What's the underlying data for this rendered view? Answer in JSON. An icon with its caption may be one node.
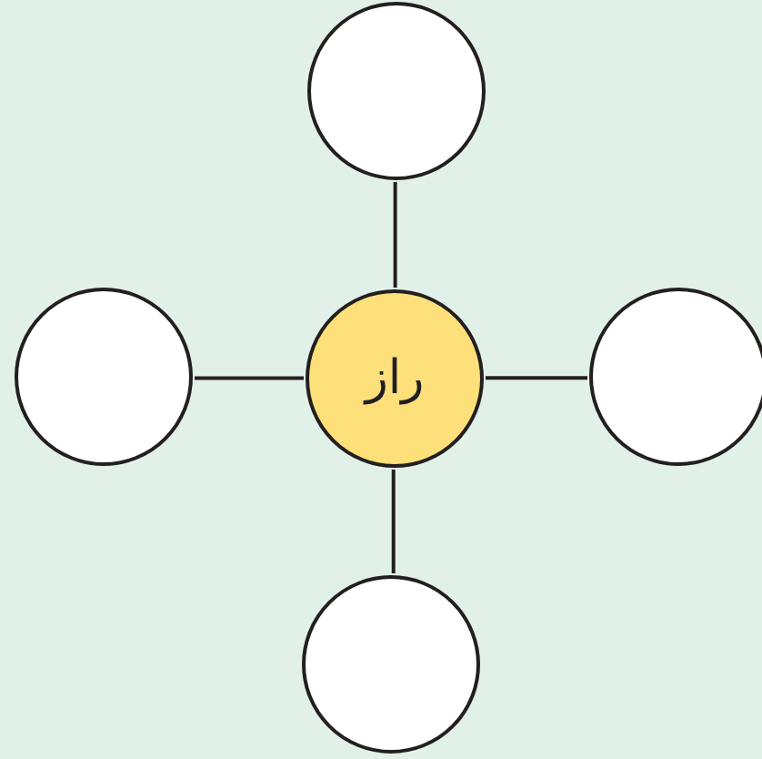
{
  "diagram": {
    "nodes": [
      {
        "text": [],
        "shape": "circle"
      },
      {
        "text": [],
        "shape": "circle"
      },
      {
        "text": [
          "راز"
        ]
      },
      {
        "text": [],
        "shape": "circle"
      },
      {
        "text": [],
        "shape": "circle"
      }
    ],
    "edges": [
      {
        "from": 2,
        "to": 0,
        "arrow": "none"
      },
      {
        "from": 2,
        "to": 1,
        "arrow": "none"
      },
      {
        "from": 2,
        "to": 3,
        "arrow": "none"
      },
      {
        "from": 2,
        "to": 4,
        "arrow": "none"
      }
    ]
  }
}
